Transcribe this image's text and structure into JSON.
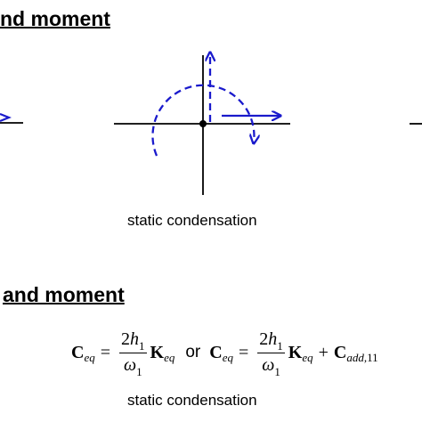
{
  "headings": {
    "top": "nd moment",
    "bottom": "and moment"
  },
  "captions": {
    "top": "static condensation",
    "bottom": "static condensation"
  },
  "equation": {
    "lhs1_symbol": "C",
    "lhs1_sub": "eq",
    "equals": "=",
    "num_coef": "2",
    "num_var": "h",
    "num_sub": "1",
    "den_var": "ω",
    "den_sub": "1",
    "k_symbol": "K",
    "k_sub": "eq",
    "or_word": "or",
    "lhs2_symbol": "C",
    "lhs2_sub": "eq",
    "equals2": "=",
    "num_coef2": "2",
    "num_var2": "h",
    "num_sub2": "1",
    "den_var2": "ω",
    "den_sub2": "1",
    "k_symbol2": "K",
    "k_sub2": "eq",
    "plus": "+",
    "add_symbol": "C",
    "add_sub": "add",
    "add_sub_num": ",11"
  },
  "colors": {
    "axis": "#000000",
    "arrow": "#1a1acc"
  }
}
